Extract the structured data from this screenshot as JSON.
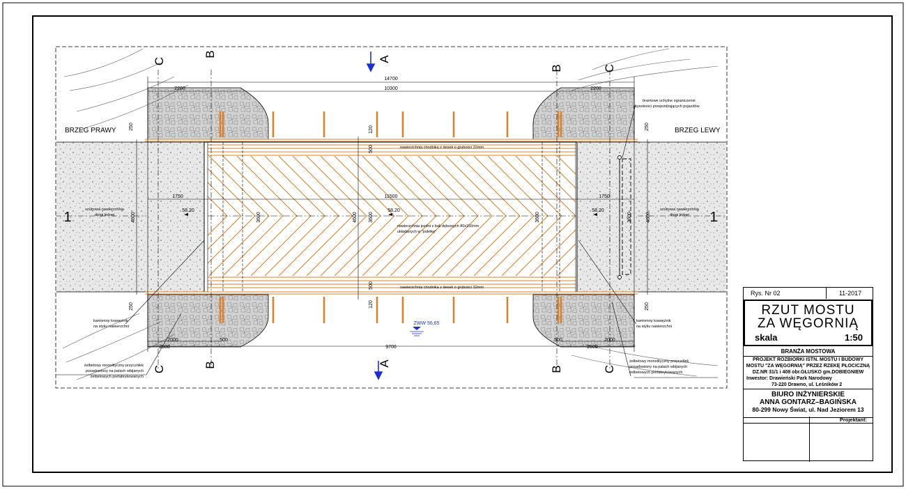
{
  "drawing": {
    "sections": {
      "a": "A",
      "b": "B",
      "c": "C",
      "one": "1"
    },
    "banks": {
      "right": "BRZEG PRAWY",
      "left": "BRZEG LEWY"
    },
    "dims": {
      "total_top": "14700",
      "deck_top": "10300",
      "wing_left_top": "2200",
      "wing_right_top": "2200",
      "approach_left": "1750",
      "approach_right": "1750",
      "span": "11500",
      "width_left": "4600",
      "width_right": "4600",
      "curb_left": "3600",
      "curb_right": "3600",
      "curb_mid": "3600",
      "mid_width": "4600",
      "side_250_tl": "250",
      "side_250_tr": "250",
      "side_250_bl": "250",
      "side_250_br": "250",
      "walk_120_top": "120",
      "walk_500_top": "500",
      "walk_500_bot": "500",
      "walk_120_bot": "120",
      "bot_2000_left": "2000",
      "bot_500_left": "500",
      "bot_2500_left": "2500",
      "bot_500_right": "500",
      "bot_2000_right": "2000",
      "bot_2500_right": "2500",
      "total_bottom": "9700"
    },
    "levels": {
      "left": "58,20",
      "mid": "58,20",
      "right": "58,20",
      "water": "ZWW 56,65"
    },
    "notes": {
      "walkway_top": "nawierzchnia chodnika z desek o grubości 32mm",
      "walkway_bottom": "nawierzchnia chodnika z desek o grubości 32mm",
      "deck_line1": "nawierzchnia jezdni z bali dębowych 80x150mm",
      "deck_line2": "układanych w \"jodełkę\"",
      "gravel_left_1": "szutrowa nawierzchnia",
      "gravel_left_2": "drogi leśnej",
      "gravel_right_1": "szutrowa nawierzchnia",
      "gravel_right_2": "drogi leśnej",
      "barrier_1": "bramowe uchylne ograniczenie",
      "barrier_2": "wysokości przejeżdżających pojazdów",
      "curb_left_1": "kamienny krawężnik",
      "curb_left_2": "na styku nawierzchni",
      "curb_right_1": "kamienny krawężnik",
      "curb_right_2": "na styku nawierzchni",
      "abut_left_1": "żelbetowy monolityczny przyczółek",
      "abut_left_2": "posadowiony na palach wbijanych",
      "abut_left_3": "żelbetowych prefabrykowanych",
      "abut_right_1": "żelbetowy monolityczny przyczółek",
      "abut_right_2": "posadowiony na palach wbijanych",
      "abut_right_3": "żelbetowych prefabrykowanych"
    }
  },
  "title_block": {
    "drawing_no": "Rys. Nr  02",
    "date": "11-2017",
    "title_line1": "RZUT MOSTU",
    "title_line2": "ZA WĘGORNIĄ",
    "scale_label": "skala",
    "scale_value": "1:50",
    "branch": "BRANŻA MOSTOWA",
    "project_line1": "PROJEKT ROZBIÓRKI ISTN. MOSTU I BUDOWY",
    "project_line2": "MOSTU \"ZA WĘGORNIĄ\" PRZEZ RZEKĘ PŁOCICZNĄ",
    "project_line3": "DZ.NR 31/1 i 408  obr.GŁUSKO  gm.DOBIEGNIEW",
    "investor": "Inwestor:  Drawieński Park Narodowy",
    "investor_addr": "73-220 Drawno,  ul. Leśników 2",
    "office_line1": "BIURO INŻYNIERSKIE",
    "office_line2": "ANNA GONTARZ–BAGIŃSKA",
    "office_addr": "80-299 Nowy Świat,  ul. Nad Jeziorem 13",
    "designer": "Projektant:"
  },
  "colors": {
    "timber": "#d9822b",
    "section_arrow": "#1a2fd6",
    "water": "#1a2fd6",
    "gravel": "#e6e6e6"
  }
}
